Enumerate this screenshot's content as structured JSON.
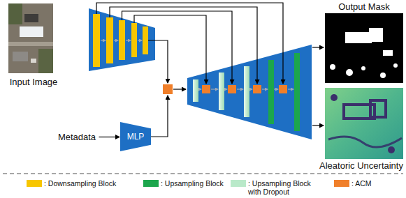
{
  "diagram": {
    "nodes": [
      {
        "text": [
          "Output Mask"
        ]
      },
      {
        "text": [
          "Input Image"
        ]
      },
      {
        "text": [
          "Metadata"
        ]
      },
      {
        "text": [
          "MLP"
        ]
      },
      {
        "text": [
          "Aleatoric Uncertainty"
        ]
      }
    ],
    "edges": [
      {
        "from": 2,
        "to": 3,
        "arrow": "to"
      }
    ],
    "legend": [
      {
        "text": ": Downsampling Block",
        "color": "#f7c600"
      },
      {
        "text": ": Upsampling Block",
        "color": "#1ca64c"
      },
      {
        "text": ": Upsampling Block with Dropout",
        "color": "#b9e9c9"
      },
      {
        "text": ": ACM",
        "color": "#f07f2a"
      }
    ]
  }
}
